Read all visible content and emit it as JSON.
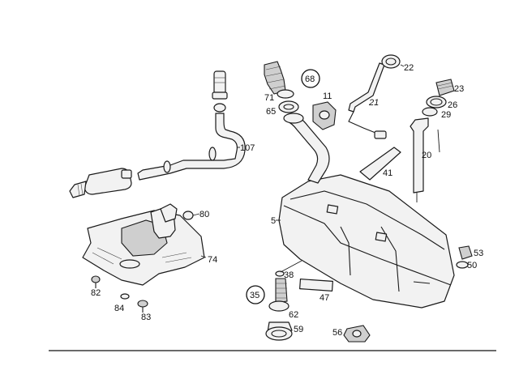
{
  "labels": {
    "l107": "107",
    "l68": "68",
    "l22": "22",
    "l71": "71",
    "l65": "65",
    "l11": "11",
    "l21": "21",
    "l23": "23",
    "l26": "26",
    "l29": "29",
    "l20": "20",
    "l41": "41",
    "l80": "80",
    "l5": "5",
    "l74": "74",
    "l53": "53",
    "l50": "50",
    "l82": "82",
    "l84": "84",
    "l83": "83",
    "l38": "38",
    "l35": "35",
    "l47": "47",
    "l62": "62",
    "l59": "59",
    "l56": "56"
  }
}
